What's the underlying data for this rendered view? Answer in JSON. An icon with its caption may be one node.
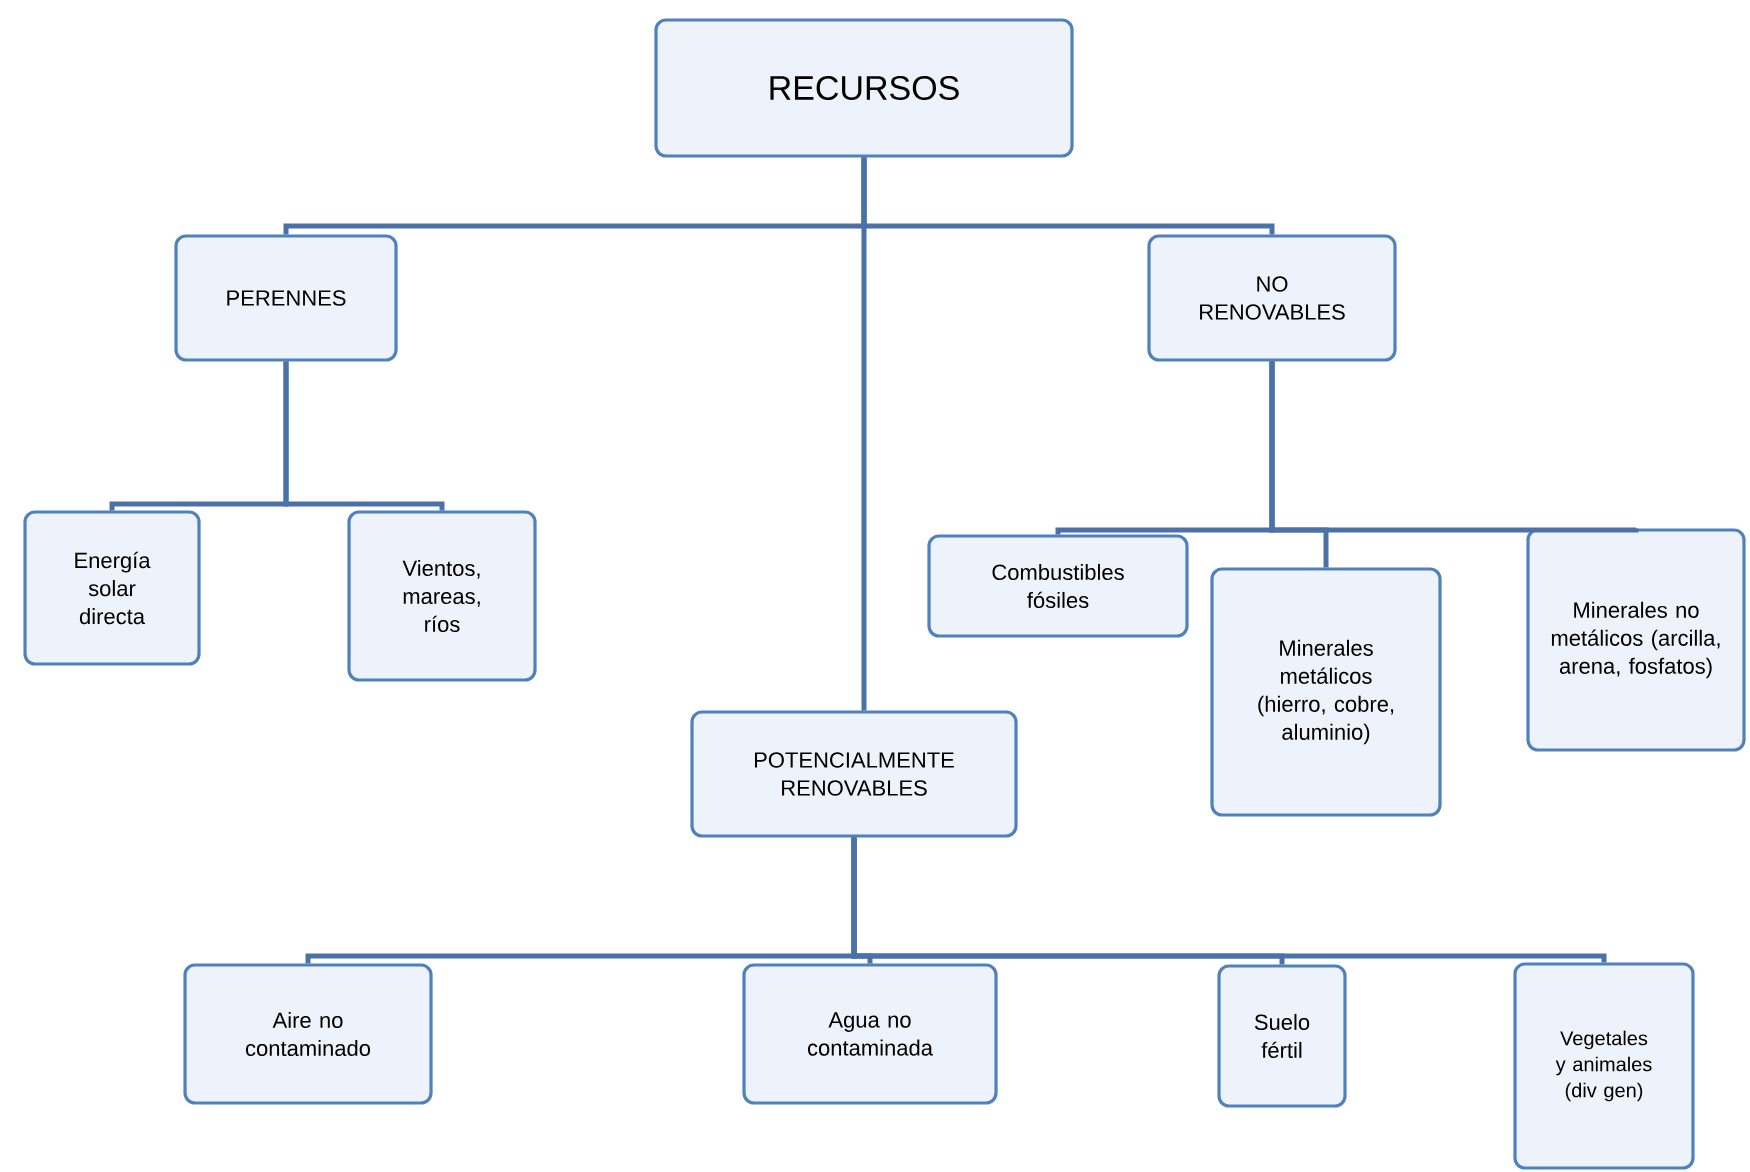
{
  "diagram": {
    "nodes": [
      {
        "text": [
          "RECURSOS"
        ]
      },
      {
        "text": [
          "PERENNES"
        ]
      },
      {
        "text": [
          "NO RENOVABLES"
        ]
      },
      {
        "text": [
          "Energía solar directa"
        ]
      },
      {
        "text": [
          "Vientos, mareas, ríos"
        ]
      },
      {
        "text": [
          "Combustibles fósiles"
        ]
      },
      {
        "text": [
          "Minerales metálicos (hierro, cobre, aluminio)"
        ]
      },
      {
        "text": [
          "Minerales no metálicos (arcilla, arena, fosfatos)"
        ]
      },
      {
        "text": [
          "POTENCIALMENTE RENOVABLES"
        ]
      },
      {
        "text": [
          "Aire no contaminado"
        ]
      },
      {
        "text": [
          "Agua no contaminada"
        ]
      },
      {
        "text": [
          "Suelo fértil"
        ]
      },
      {
        "text": [
          "Vegetales y animales (div gen)"
        ]
      }
    ],
    "edges": [
      {
        "from": 0,
        "to": 1,
        "arrow": "none"
      },
      {
        "from": 0,
        "to": 2,
        "arrow": "none"
      },
      {
        "from": 0,
        "to": 8,
        "arrow": "none"
      },
      {
        "from": 1,
        "to": 3,
        "arrow": "none"
      },
      {
        "from": 1,
        "to": 4,
        "arrow": "none"
      },
      {
        "from": 2,
        "to": 5,
        "arrow": "none"
      },
      {
        "from": 2,
        "to": 6,
        "arrow": "none"
      },
      {
        "from": 2,
        "to": 7,
        "arrow": "none"
      },
      {
        "from": 8,
        "to": 9,
        "arrow": "none"
      },
      {
        "from": 8,
        "to": 10,
        "arrow": "none"
      },
      {
        "from": 8,
        "to": 11,
        "arrow": "none"
      },
      {
        "from": 8,
        "to": 12,
        "arrow": "none"
      }
    ]
  }
}
